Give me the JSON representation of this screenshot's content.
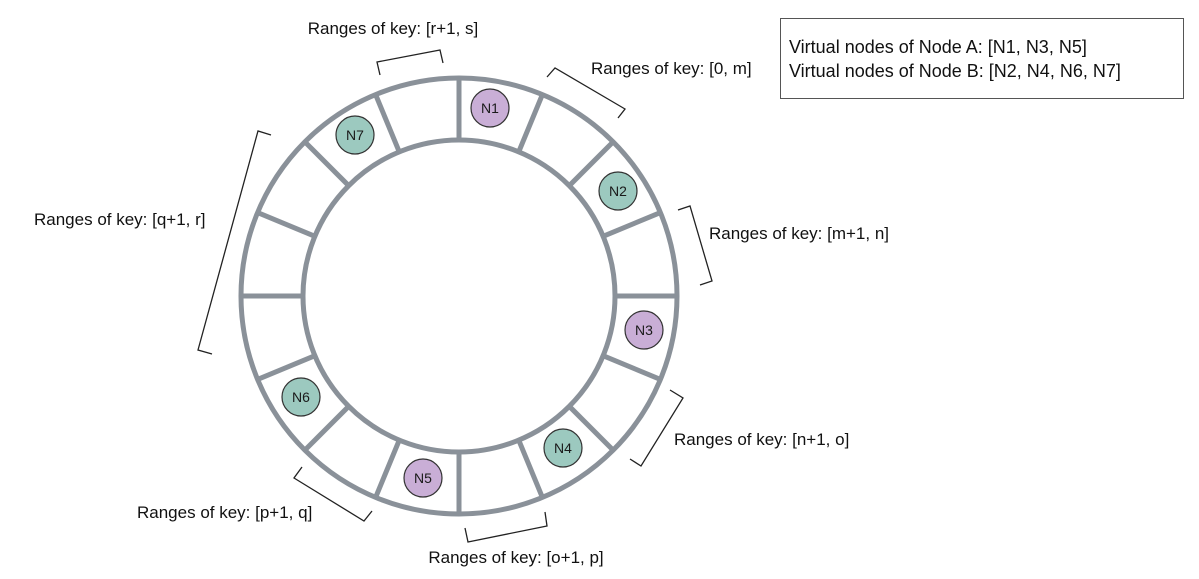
{
  "legend": {
    "node_a": "Virtual nodes of Node A: [N1, N3, N5]",
    "node_b": "Virtual nodes of Node B: [N2, N4, N6, N7]"
  },
  "colors": {
    "node_a": "#c9aed6",
    "node_b": "#9cc9bf",
    "ring": "#8a9199"
  },
  "ring": {
    "segments": 16
  },
  "nodes": [
    {
      "label": "N1",
      "owner": "A",
      "color": "#c9aed6"
    },
    {
      "label": "N2",
      "owner": "B",
      "color": "#9cc9bf"
    },
    {
      "label": "N3",
      "owner": "A",
      "color": "#c9aed6"
    },
    {
      "label": "N4",
      "owner": "B",
      "color": "#9cc9bf"
    },
    {
      "label": "N5",
      "owner": "A",
      "color": "#c9aed6"
    },
    {
      "label": "N6",
      "owner": "B",
      "color": "#9cc9bf"
    },
    {
      "label": "N7",
      "owner": "B",
      "color": "#9cc9bf"
    }
  ],
  "ranges": [
    {
      "label": "Ranges of key: [r+1, s]"
    },
    {
      "label": "Ranges of key: [0, m]"
    },
    {
      "label": "Ranges of key: [m+1, n]"
    },
    {
      "label": "Ranges of key: [n+1, o]"
    },
    {
      "label": "Ranges of key: [o+1, p]"
    },
    {
      "label": "Ranges of key: [p+1, q]"
    },
    {
      "label": "Ranges of key: [q+1, r]"
    }
  ]
}
